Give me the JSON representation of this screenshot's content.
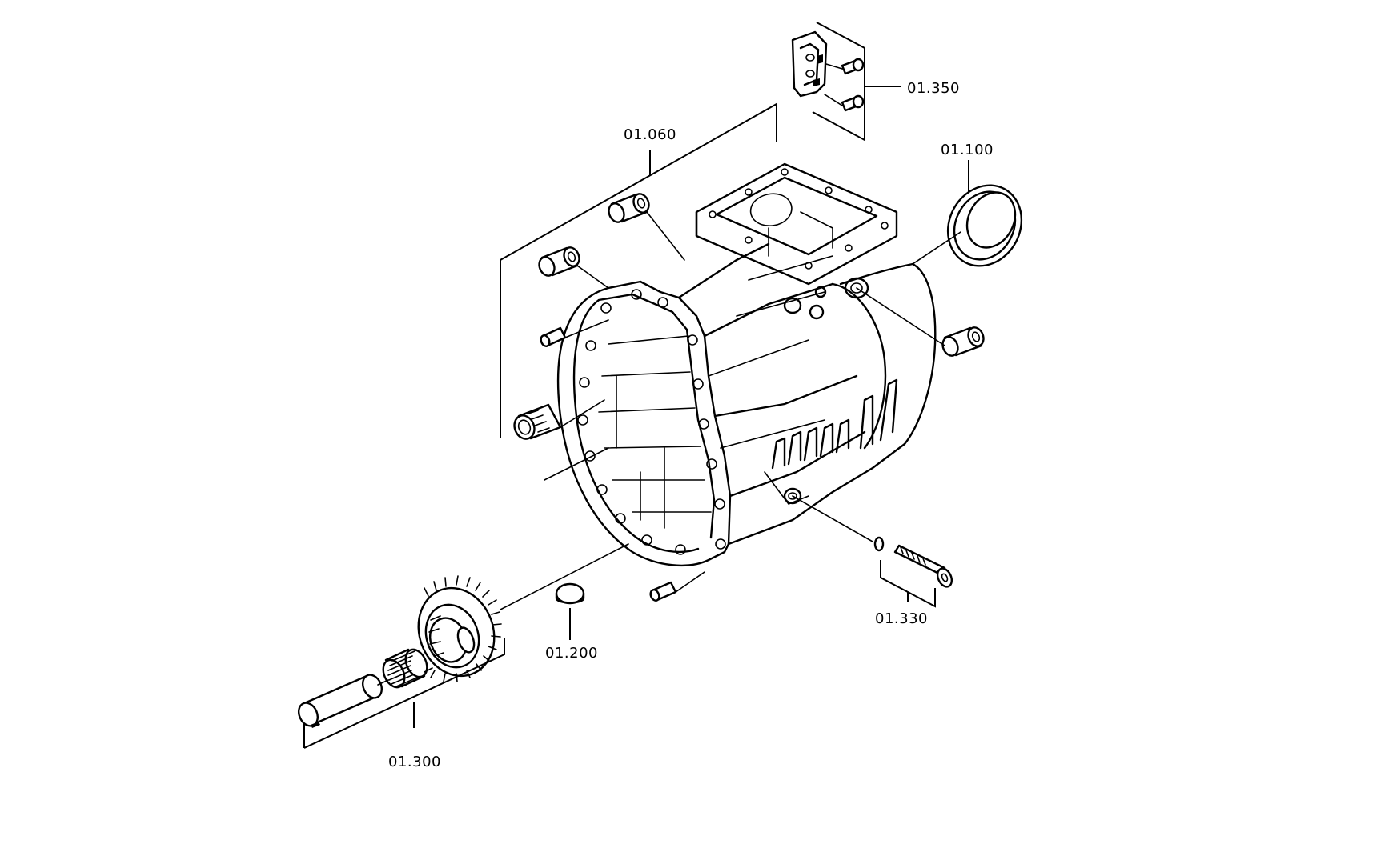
{
  "callouts": {
    "housing": "01.060",
    "bracket": "01.350",
    "seal": "01.100",
    "plug": "01.200",
    "screw": "01.330",
    "gear_set": "01.300"
  }
}
